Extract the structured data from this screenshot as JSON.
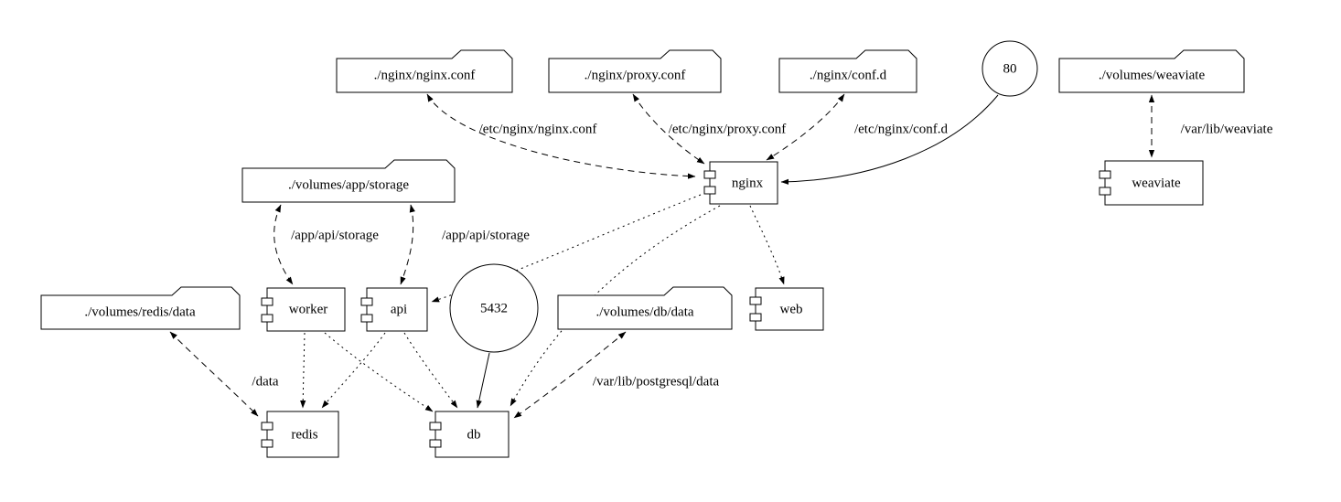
{
  "diagram": {
    "nodes": {
      "nginx_conf": "./nginx/nginx.conf",
      "proxy_conf": "./nginx/proxy.conf",
      "conf_d": "./nginx/conf.d",
      "port_80": "80",
      "volumes_weaviate": "./volumes/weaviate",
      "volumes_app_storage": "./volumes/app/storage",
      "nginx": "nginx",
      "weaviate": "weaviate",
      "volumes_redis_data": "./volumes/redis/data",
      "worker": "worker",
      "api": "api",
      "port_5432": "5432",
      "volumes_db_data": "./volumes/db/data",
      "web": "web",
      "redis": "redis",
      "db": "db"
    },
    "edge_labels": {
      "nginx_conf_mount": "/etc/nginx/nginx.conf",
      "proxy_conf_mount": "/etc/nginx/proxy.conf",
      "conf_d_mount": "/etc/nginx/conf.d",
      "weaviate_mount": "/var/lib/weaviate",
      "worker_storage_mount": "/app/api/storage",
      "api_storage_mount": "/app/api/storage",
      "redis_mount": "/data",
      "db_mount": "/var/lib/postgresql/data"
    }
  }
}
